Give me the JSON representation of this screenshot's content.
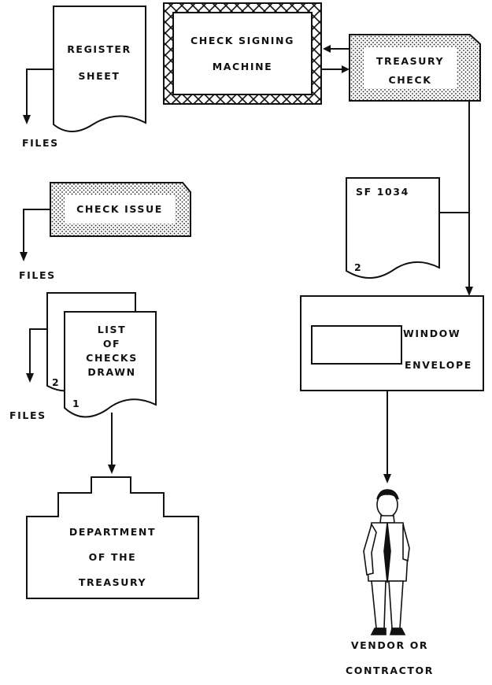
{
  "register_sheet": {
    "line1": "REGISTER",
    "line2": "SHEET"
  },
  "check_signing_machine": {
    "line1": "CHECK SIGNING",
    "line2": "MACHINE"
  },
  "treasury_check": {
    "line1": "TREASURY",
    "line2": "CHECK"
  },
  "check_issue": {
    "label": "CHECK ISSUE"
  },
  "sf1034": {
    "label": "SF 1034",
    "copy_number": "2"
  },
  "list_of_checks": {
    "line1": "LIST",
    "line2": "OF",
    "line3": "CHECKS",
    "line4": "DRAWN",
    "copy_front": "1",
    "copy_back": "2"
  },
  "window_envelope": {
    "line1": "WINDOW",
    "line2": "ENVELOPE"
  },
  "department_treasury": {
    "line1": "DEPARTMENT",
    "line2": "OF THE",
    "line3": "TREASURY"
  },
  "files_1": "FILES",
  "files_2": "FILES",
  "files_3": "FILES",
  "vendor": {
    "line1": "VENDOR OR",
    "line2": "CONTRACTOR"
  },
  "colors": {
    "ink": "#111111",
    "paper": "#ffffff"
  }
}
